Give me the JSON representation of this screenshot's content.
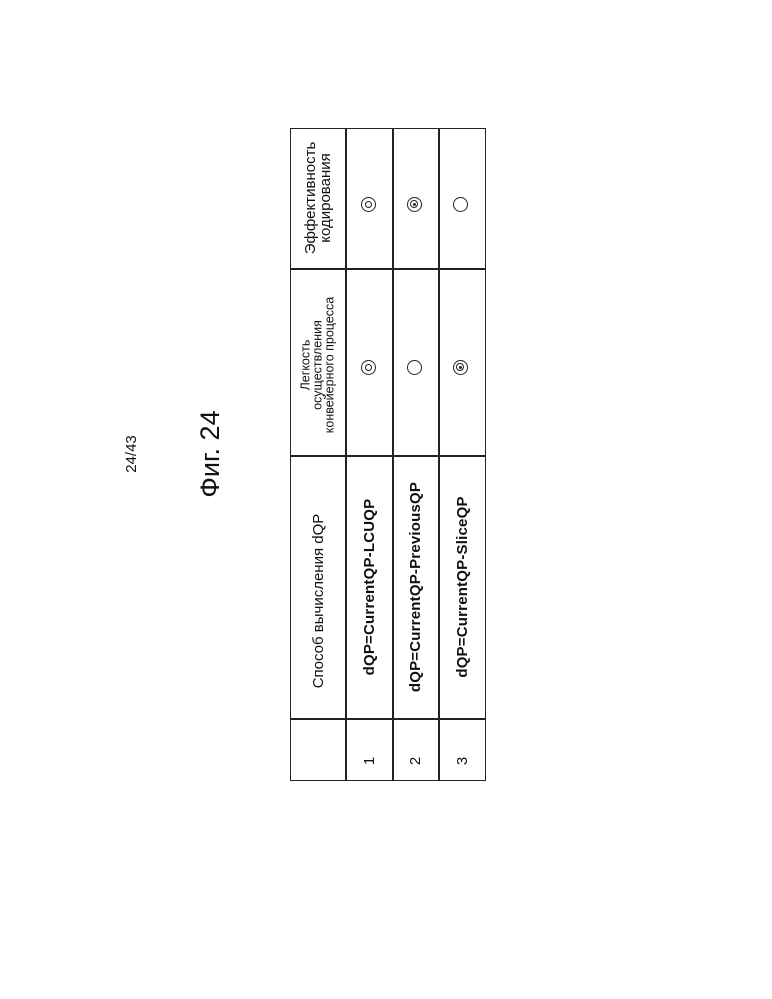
{
  "page": {
    "page_number": "24/43",
    "figure_label": "Фиг. 24"
  },
  "table": {
    "headers": {
      "index": "",
      "method": "Способ вычисления dQP",
      "pipeline_line1": "Легкость",
      "pipeline_line2": "осуществления",
      "pipeline_line3": "конвейерного процесса",
      "efficiency_line1": "Эффективность",
      "efficiency_line2": "кодирования"
    },
    "rows": [
      {
        "index": "1",
        "method": "dQP=CurrentQP-LCUQP",
        "pipeline_symbol": "double-circle",
        "efficiency_symbol": "double-circle"
      },
      {
        "index": "2",
        "method": "dQP=CurrentQP-PreviousQP",
        "pipeline_symbol": "single-circle",
        "efficiency_symbol": "triple-circle"
      },
      {
        "index": "3",
        "method": "dQP=CurrentQP-SliceQP",
        "pipeline_symbol": "triple-circle",
        "efficiency_symbol": "single-circle"
      }
    ]
  }
}
